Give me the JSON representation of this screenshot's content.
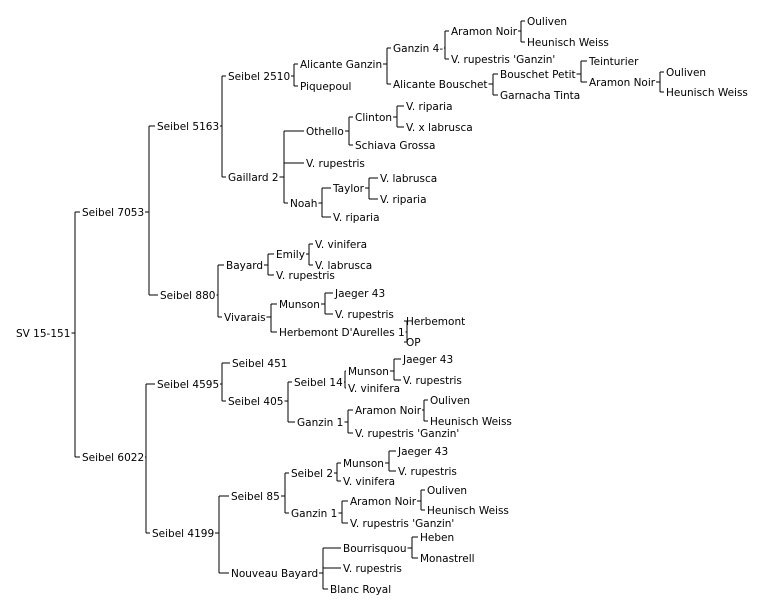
{
  "tree": {
    "label": "SV 15-151",
    "children": [
      {
        "label": "Seibel 7053",
        "children": [
          {
            "label": "Seibel 5163",
            "children": [
              {
                "label": "Seibel 2510",
                "children": [
                  {
                    "label": "Alicante Ganzin",
                    "children": [
                      {
                        "label": "Ganzin 4-",
                        "children": [
                          {
                            "label": "Aramon Noir",
                            "children": [
                              {
                                "label": "Ouliven"
                              },
                              {
                                "label": "Heunisch Weiss"
                              }
                            ]
                          },
                          {
                            "label": "V. rupestris 'Ganzin'"
                          }
                        ]
                      },
                      {
                        "label": "Alicante Bouschet",
                        "children": [
                          {
                            "label": "Bouschet Petit",
                            "children": [
                              {
                                "label": "Teinturier"
                              },
                              {
                                "label": "Aramon Noir",
                                "children": [
                                  {
                                    "label": "Ouliven"
                                  },
                                  {
                                    "label": "Heunisch Weiss"
                                  }
                                ]
                              }
                            ]
                          },
                          {
                            "label": "Garnacha Tinta"
                          }
                        ]
                      }
                    ]
                  },
                  {
                    "label": "Piquepoul"
                  }
                ]
              },
              {
                "label": "Gaillard 2",
                "children": [
                  {
                    "label": "Othello",
                    "children": [
                      {
                        "label": "Clinton",
                        "children": [
                          {
                            "label": "V. riparia"
                          },
                          {
                            "label": "V. x labrusca"
                          }
                        ]
                      },
                      {
                        "label": "Schiava Grossa"
                      }
                    ]
                  },
                  {
                    "label": "V. rupestris"
                  },
                  {
                    "label": "Noah",
                    "children": [
                      {
                        "label": "Taylor",
                        "children": [
                          {
                            "label": "V. labrusca"
                          },
                          {
                            "label": "V. riparia"
                          }
                        ]
                      },
                      {
                        "label": "V. riparia"
                      }
                    ]
                  }
                ]
              }
            ]
          },
          {
            "label": "Seibel 880",
            "children": [
              {
                "label": "Bayard",
                "children": [
                  {
                    "label": "Emily",
                    "children": [
                      {
                        "label": "V. vinifera"
                      },
                      {
                        "label": "V. labrusca"
                      }
                    ]
                  },
                  {
                    "label": "V. rupestris"
                  }
                ]
              },
              {
                "label": "Vivarais",
                "children": [
                  {
                    "label": "Munson",
                    "children": [
                      {
                        "label": "Jaeger 43"
                      },
                      {
                        "label": "V. rupestris"
                      }
                    ]
                  },
                  {
                    "label": "Herbemont D'Aurelles 1",
                    "children": [
                      {
                        "label": "Herbemont"
                      },
                      {
                        "label": "OP"
                      }
                    ]
                  }
                ]
              }
            ]
          }
        ]
      },
      {
        "label": "Seibel 6022",
        "children": [
          {
            "label": "Seibel 4595",
            "children": [
              {
                "label": "Seibel 451"
              },
              {
                "label": "Seibel 405",
                "children": [
                  {
                    "label": "Seibel 14",
                    "children": [
                      {
                        "label": "Munson",
                        "children": [
                          {
                            "label": "Jaeger 43"
                          },
                          {
                            "label": "V. rupestris"
                          }
                        ]
                      },
                      {
                        "label": "V. vinifera"
                      }
                    ]
                  },
                  {
                    "label": "Ganzin 1",
                    "children": [
                      {
                        "label": "Aramon Noir",
                        "children": [
                          {
                            "label": "Ouliven"
                          },
                          {
                            "label": "Heunisch Weiss"
                          }
                        ]
                      },
                      {
                        "label": "V. rupestris 'Ganzin'"
                      }
                    ]
                  }
                ]
              }
            ]
          },
          {
            "label": "Seibel 4199",
            "children": [
              {
                "label": "Seibel 85",
                "children": [
                  {
                    "label": "Seibel 2",
                    "children": [
                      {
                        "label": "Munson",
                        "children": [
                          {
                            "label": "Jaeger 43"
                          },
                          {
                            "label": "V. rupestris"
                          }
                        ]
                      },
                      {
                        "label": "V. vinifera"
                      }
                    ]
                  },
                  {
                    "label": "Ganzin 1",
                    "children": [
                      {
                        "label": "Aramon Noir",
                        "children": [
                          {
                            "label": "Ouliven"
                          },
                          {
                            "label": "Heunisch Weiss"
                          }
                        ]
                      },
                      {
                        "label": "V. rupestris 'Ganzin'"
                      }
                    ]
                  }
                ]
              },
              {
                "label": "Nouveau Bayard",
                "children": [
                  {
                    "label": "Bourrisquou",
                    "children": [
                      {
                        "label": "Heben"
                      },
                      {
                        "label": "Monastrell"
                      }
                    ]
                  },
                  {
                    "label": "V. rupestris"
                  },
                  {
                    "label": "Blanc Royal"
                  }
                ]
              }
            ]
          }
        ]
      }
    ]
  }
}
